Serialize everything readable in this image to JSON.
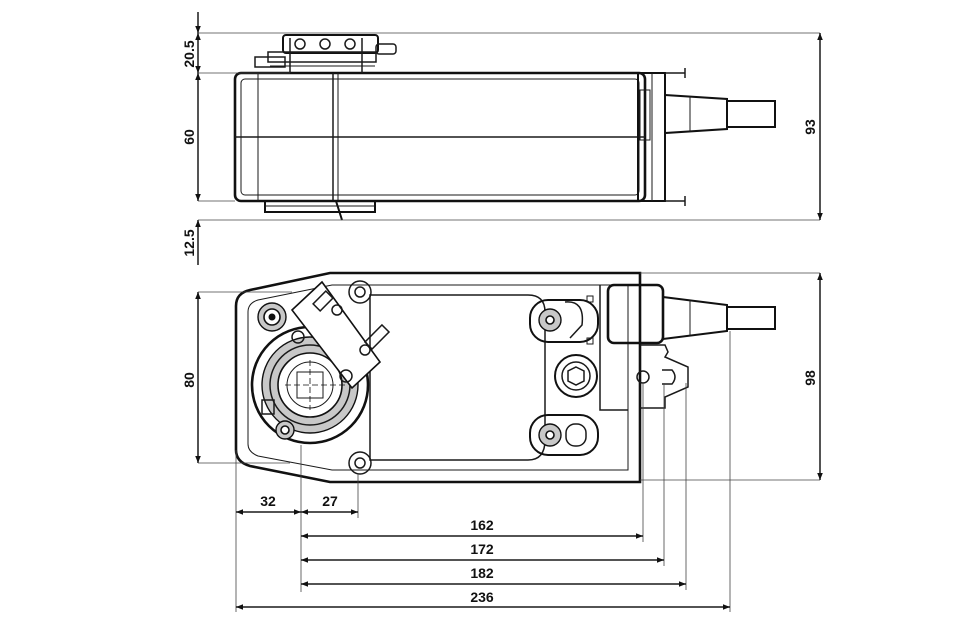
{
  "dimensions": {
    "top_offset": "20.5",
    "top_height": "60",
    "top_bottom": "12.5",
    "top_total": "93",
    "front_height": "80",
    "front_total": "98",
    "w32": "32",
    "w27": "27",
    "w162": "162",
    "w172": "172",
    "w182": "182",
    "w236": "236"
  }
}
